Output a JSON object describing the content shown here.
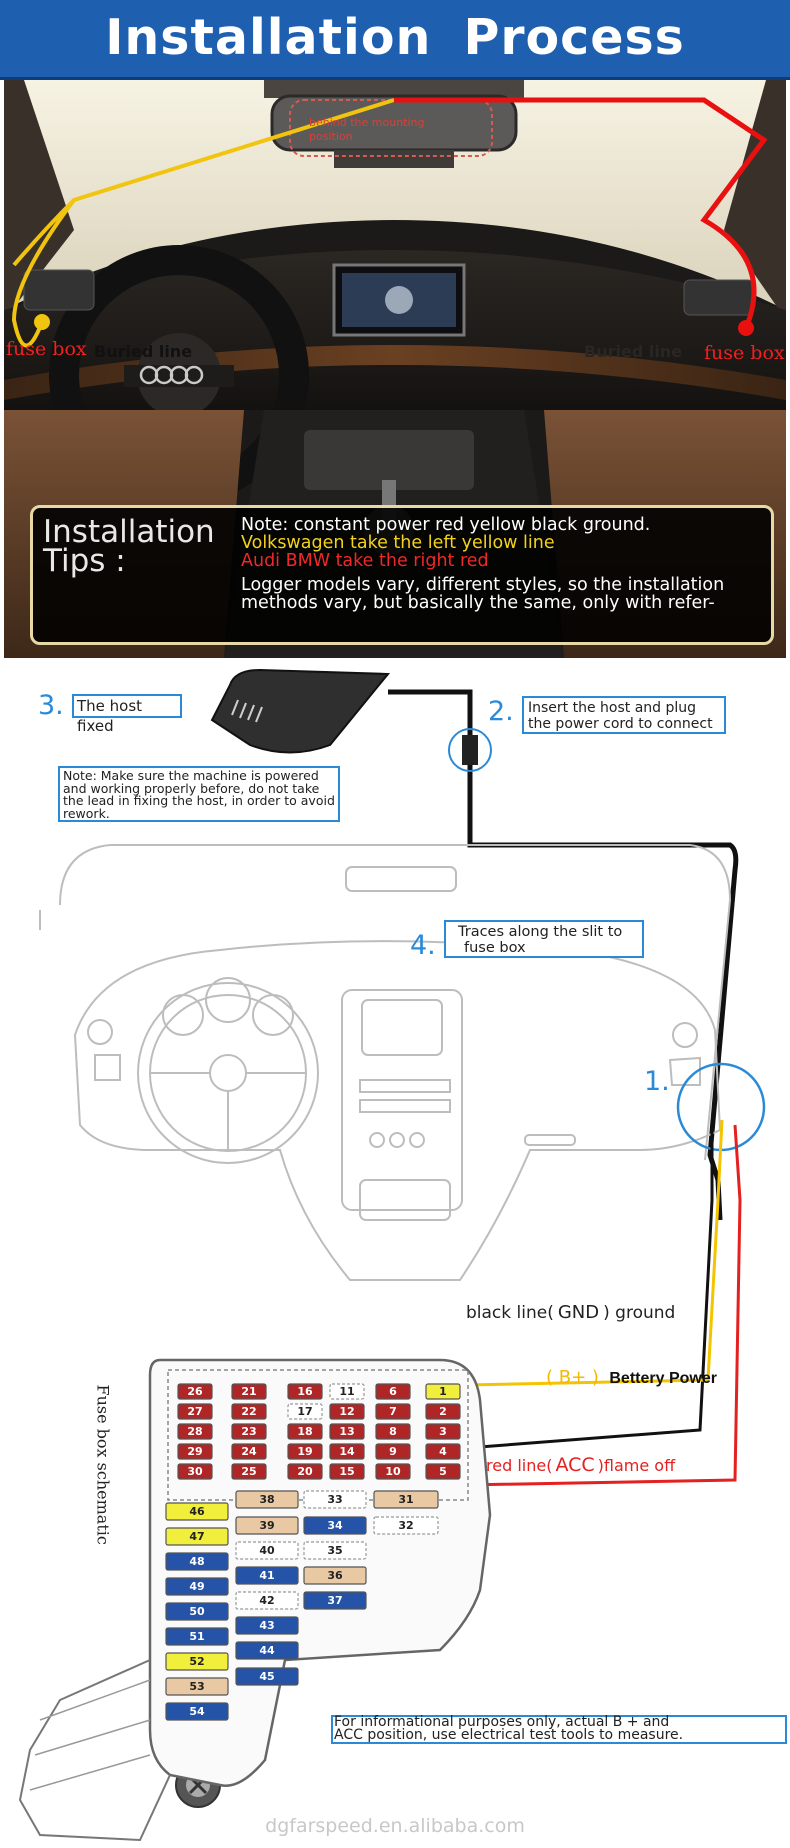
{
  "banner": {
    "title": "Installation  Process"
  },
  "photo": {
    "mirror_note": "behind the mounting position",
    "fuse_box_left": "fuse box",
    "fuse_box_right": "fuse box",
    "buried_line_left": "Buried line",
    "buried_line_right": "Buried line"
  },
  "tips": {
    "title": "Installation Tips :",
    "line1": "Note: constant power red yellow black ground.",
    "line2": "Volkswagen take the left yellow line",
    "line3": "Audi BMW take the right red",
    "line4": "Logger models vary, different styles, so the installation",
    "line5": "methods vary, but basically the same, only with refer-"
  },
  "steps": {
    "s1": {
      "number": "1."
    },
    "s2": {
      "number": "2.",
      "text_a": "Insert the host and plug",
      "text_b": "the power cord to connect"
    },
    "s3": {
      "number": "3.",
      "text": "The host fixed"
    },
    "s4": {
      "number": "4.",
      "text_a": "Traces along the slit to",
      "text_b": "fuse box"
    }
  },
  "note": {
    "line1": "Note: Make sure the machine is powered",
    "line2": "and working properly before, do not take",
    "line3": "the lead in fixing the host, in order to avoid",
    "line4": "rework."
  },
  "wires": {
    "black_a": "black line(",
    "black_b": "GND",
    "black_c": ") ground",
    "yellow_a": "( B+ )",
    "yellow_b": "Bettery Power",
    "red_a": "red line(",
    "red_b": "ACC",
    "red_c": ")flame off"
  },
  "fusebox": {
    "side_label": "Fuse box schematic",
    "left_col_a": [
      "26",
      "27",
      "28",
      "29",
      "30"
    ],
    "left_col_b": [
      "21",
      "22",
      "23",
      "24",
      "25"
    ],
    "col_c": [
      "16",
      "17",
      "18",
      "19",
      "20"
    ],
    "col_d": [
      "11",
      "12",
      "13",
      "14",
      "15"
    ],
    "col_e": [
      "6",
      "7",
      "8",
      "9",
      "10"
    ],
    "col_f": [
      "1",
      "2",
      "3",
      "4",
      "5"
    ],
    "mid": [
      "38",
      "39",
      "40",
      "41",
      "42",
      "43",
      "44",
      "45"
    ],
    "mid2": [
      "33",
      "34",
      "35",
      "36",
      "37"
    ],
    "right": [
      "31",
      "32"
    ],
    "left_lower": [
      "46",
      "47",
      "48",
      "49",
      "50",
      "51",
      "52",
      "53",
      "54"
    ]
  },
  "disclaimer": {
    "line1": "For informational purposes only, actual B + and",
    "line2": "ACC position, use electrical test tools to measure."
  },
  "watermark": "dgfarspeed.en.alibaba.com",
  "colors": {
    "banner": "#1f5fb0",
    "accent_blue": "#2a8ad8",
    "yellow_wire": "#f5c400",
    "red_wire": "#e42020",
    "fuse_red": "#b02626",
    "fuse_blue": "#2453a8",
    "fuse_yellow": "#f2ee3c",
    "fuse_tan": "#e8c9a4"
  }
}
